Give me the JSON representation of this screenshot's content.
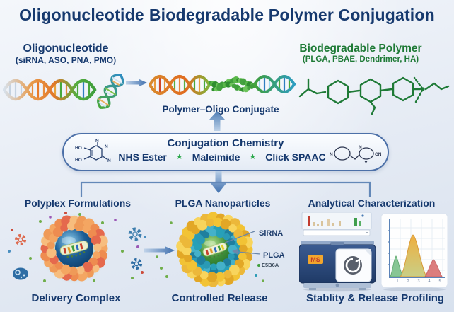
{
  "title": {
    "bold": "Oligonucleotide",
    "rest": "Biodegradable Polymer Conjugation"
  },
  "oligo": {
    "heading": "Oligonucleotide",
    "sub": "(siRNA, ASO, PNA, PMO)"
  },
  "polymer": {
    "heading": "Biodegradable Polymer",
    "sub": "(PLGA, PBAE, Dendrimer, HA)"
  },
  "conjugate": {
    "label": "Polymer–Oligo Conjugate"
  },
  "chemistry": {
    "title": "Conjugation Chemistry",
    "methods": [
      {
        "label": "NHS Ester"
      },
      {
        "label": "Maleimide"
      },
      {
        "label": "Click SPAAC"
      }
    ],
    "left_structure": {
      "labels": [
        "HO",
        "HO",
        "N",
        "N",
        "N"
      ]
    },
    "right_structure": {
      "labels": [
        "N",
        "N",
        "CN"
      ]
    }
  },
  "sections": {
    "polyplex": {
      "title": "Polyplex Formulations",
      "caption": "Delivery Complex"
    },
    "plga": {
      "title": "PLGA Nanoparticles",
      "caption": "Controlled Release",
      "annotations": {
        "sirna": "SiRNA",
        "plga": "PLGA",
        "sub": "E5B6A"
      }
    },
    "analytical": {
      "title": "Analytical Characterization",
      "caption": "Stablity & Release Profiling",
      "instrument_badge": "MS",
      "chromatogram_ticks": [
        "1",
        "2",
        "3",
        "4",
        "5"
      ]
    }
  },
  "icons": {
    "method_star": "★"
  },
  "colors": {
    "navy": "#16396e",
    "green": "#1e7a36",
    "arrow_blue": "#3f6fae",
    "box_border": "#4c70a8",
    "star_green": "#2aa84a",
    "bead_orange": "#f4a662",
    "bead_yellow": "#f2c335",
    "bead_teal": "#2a9ab5"
  }
}
